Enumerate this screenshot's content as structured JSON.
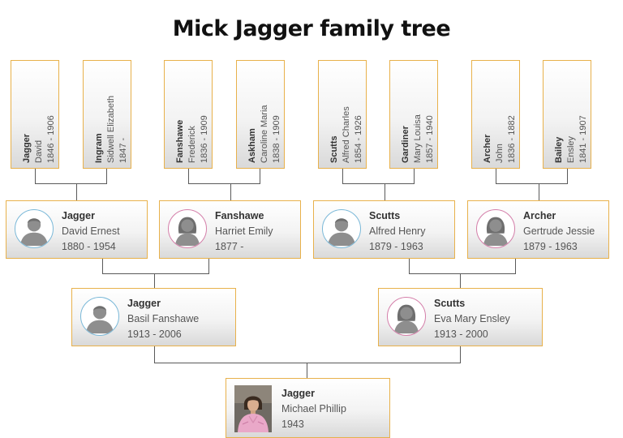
{
  "title": "Mick Jagger family tree",
  "great_grandparents": [
    {
      "surname": "Jagger",
      "given": "David",
      "dates": "1846 - 1906"
    },
    {
      "surname": "Ingram",
      "given": "Sidwell Elizabeth",
      "dates": "1847 -"
    },
    {
      "surname": "Fanshawe",
      "given": "Frederick",
      "dates": "1836 - 1909"
    },
    {
      "surname": "Askham",
      "given": "Caroline Maria",
      "dates": "1838 - 1909"
    },
    {
      "surname": "Scutts",
      "given": "Alfred Charles",
      "dates": "1854 - 1926"
    },
    {
      "surname": "Gardiner",
      "given": "Mary Louisa",
      "dates": "1857 - 1940"
    },
    {
      "surname": "Archer",
      "given": "John",
      "dates": "1836 - 1882"
    },
    {
      "surname": "Bailey",
      "given": "Ensley",
      "dates": "1841 - 1907"
    }
  ],
  "grandparents": [
    {
      "surname": "Jagger",
      "given": "David Ernest",
      "dates": "1880 - 1954",
      "gender": "male"
    },
    {
      "surname": "Fanshawe",
      "given": "Harriet Emily",
      "dates": "1877 -",
      "gender": "female"
    },
    {
      "surname": "Scutts",
      "given": "Alfred Henry",
      "dates": "1879 - 1963",
      "gender": "male"
    },
    {
      "surname": "Archer",
      "given": "Gertrude Jessie",
      "dates": "1879 - 1963",
      "gender": "female"
    }
  ],
  "parents": [
    {
      "surname": "Jagger",
      "given": "Basil Fanshawe",
      "dates": "1913 - 2006",
      "gender": "male"
    },
    {
      "surname": "Scutts",
      "given": "Eva Mary Ensley",
      "dates": "1913 - 2000",
      "gender": "female"
    }
  ],
  "subject": {
    "surname": "Jagger",
    "given": "Michael Phillip",
    "dates": "1943"
  },
  "colors": {
    "box_border": "#e8b14b",
    "male_ring": "#7ab8d8",
    "female_ring": "#d47ea9",
    "connector": "#5a5a5a"
  }
}
